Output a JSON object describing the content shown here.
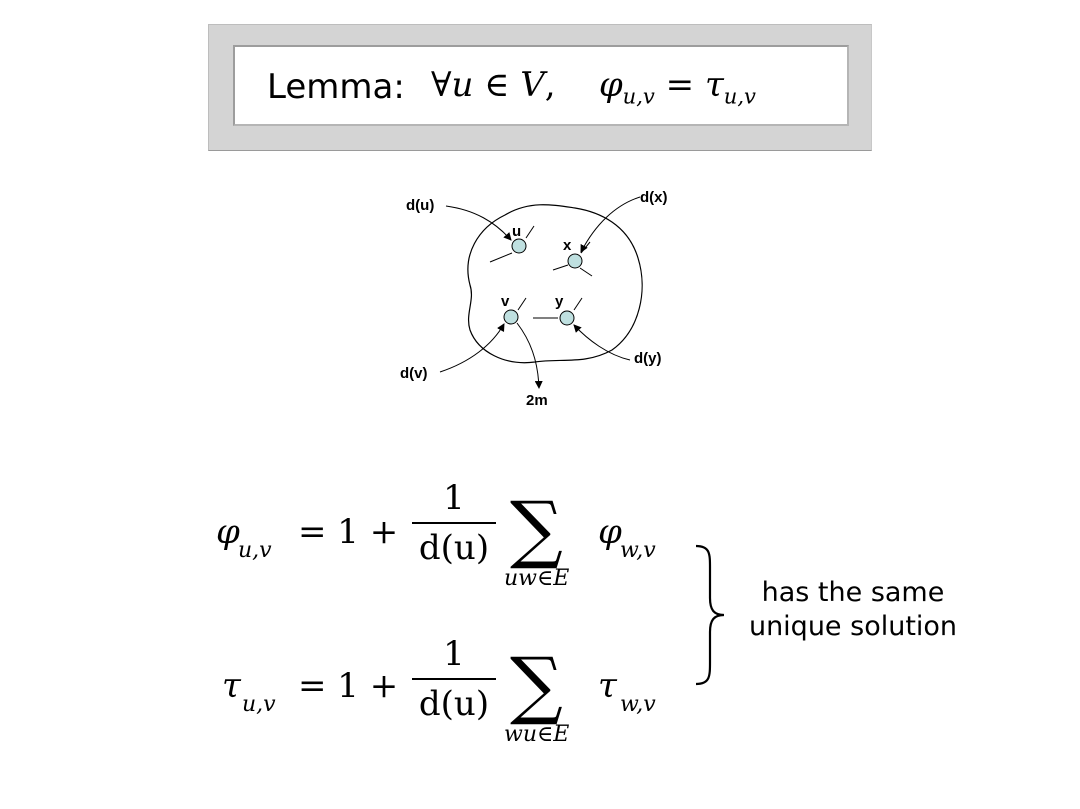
{
  "lemma": {
    "label": "Lemma:",
    "forall": "∀",
    "u": "u",
    "in": "∈",
    "V": "V",
    "comma": ",",
    "phi": "φ",
    "sub": "u,v",
    "eq": "=",
    "tau": "τ"
  },
  "diagram": {
    "labels": {
      "du": "d(u)",
      "dx": "d(x)",
      "dv": "d(v)",
      "dy": "d(y)",
      "twom": "2m",
      "u": "u",
      "x": "x",
      "v": "v",
      "y": "y"
    },
    "colors": {
      "node": "#bfe0e0",
      "stroke": "#000000"
    }
  },
  "equations": {
    "phi": {
      "lhs_sym": "φ",
      "lhs_sub": "u,v",
      "rhs_prefix": "= 1 +",
      "num": "1",
      "den": "d(u)",
      "sum": "∑",
      "sum_index": "uw∈E",
      "term_sym": "φ",
      "term_sub": "w,v"
    },
    "tau": {
      "lhs_sym": "τ",
      "lhs_sub": "u,v",
      "rhs_prefix": "= 1 +",
      "num": "1",
      "den": "d(u)",
      "sum": "∑",
      "sum_index": "wu∈E",
      "term_sym": "τ",
      "term_sub": "w,v"
    },
    "note_line1": "has the same",
    "note_line2": "unique solution"
  }
}
